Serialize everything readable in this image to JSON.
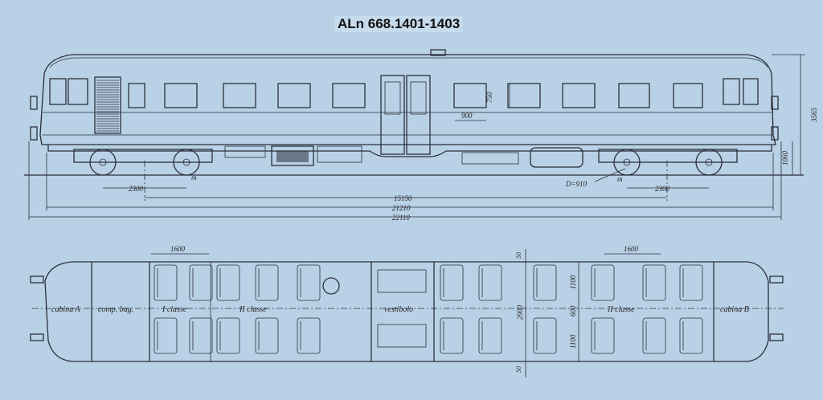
{
  "title": "ALn 668.1401-1403",
  "side_view": {
    "dimensions": {
      "window_height": "750",
      "window_width": "900",
      "bogie_wheelbase_left": "2300",
      "bogie_wheelbase_right": "2300",
      "bogie_pivot_distance": "15150",
      "length_over_body": "21210",
      "length_over_buffers": "22110",
      "total_height": "3565",
      "floor_height": "1060",
      "wheel_diameter": "D=910",
      "marker_left": "m",
      "marker_right": "m"
    }
  },
  "plan_view": {
    "dimensions": {
      "seat_pitch_left": "1600",
      "seat_pitch_right": "1600",
      "margin_top": "50",
      "margin_bottom": "50",
      "body_width": "2900",
      "seat_block_top": "1100",
      "aisle_width": "600",
      "seat_block_bottom": "1100"
    },
    "compartments": {
      "cab_a": "cabina A",
      "baggage": "comp. bag.",
      "first_class": "I classe",
      "second_class_left": "II classe",
      "vestibule": "vestibolo",
      "second_class_right": "II classe",
      "cab_b": "cabina B"
    }
  }
}
